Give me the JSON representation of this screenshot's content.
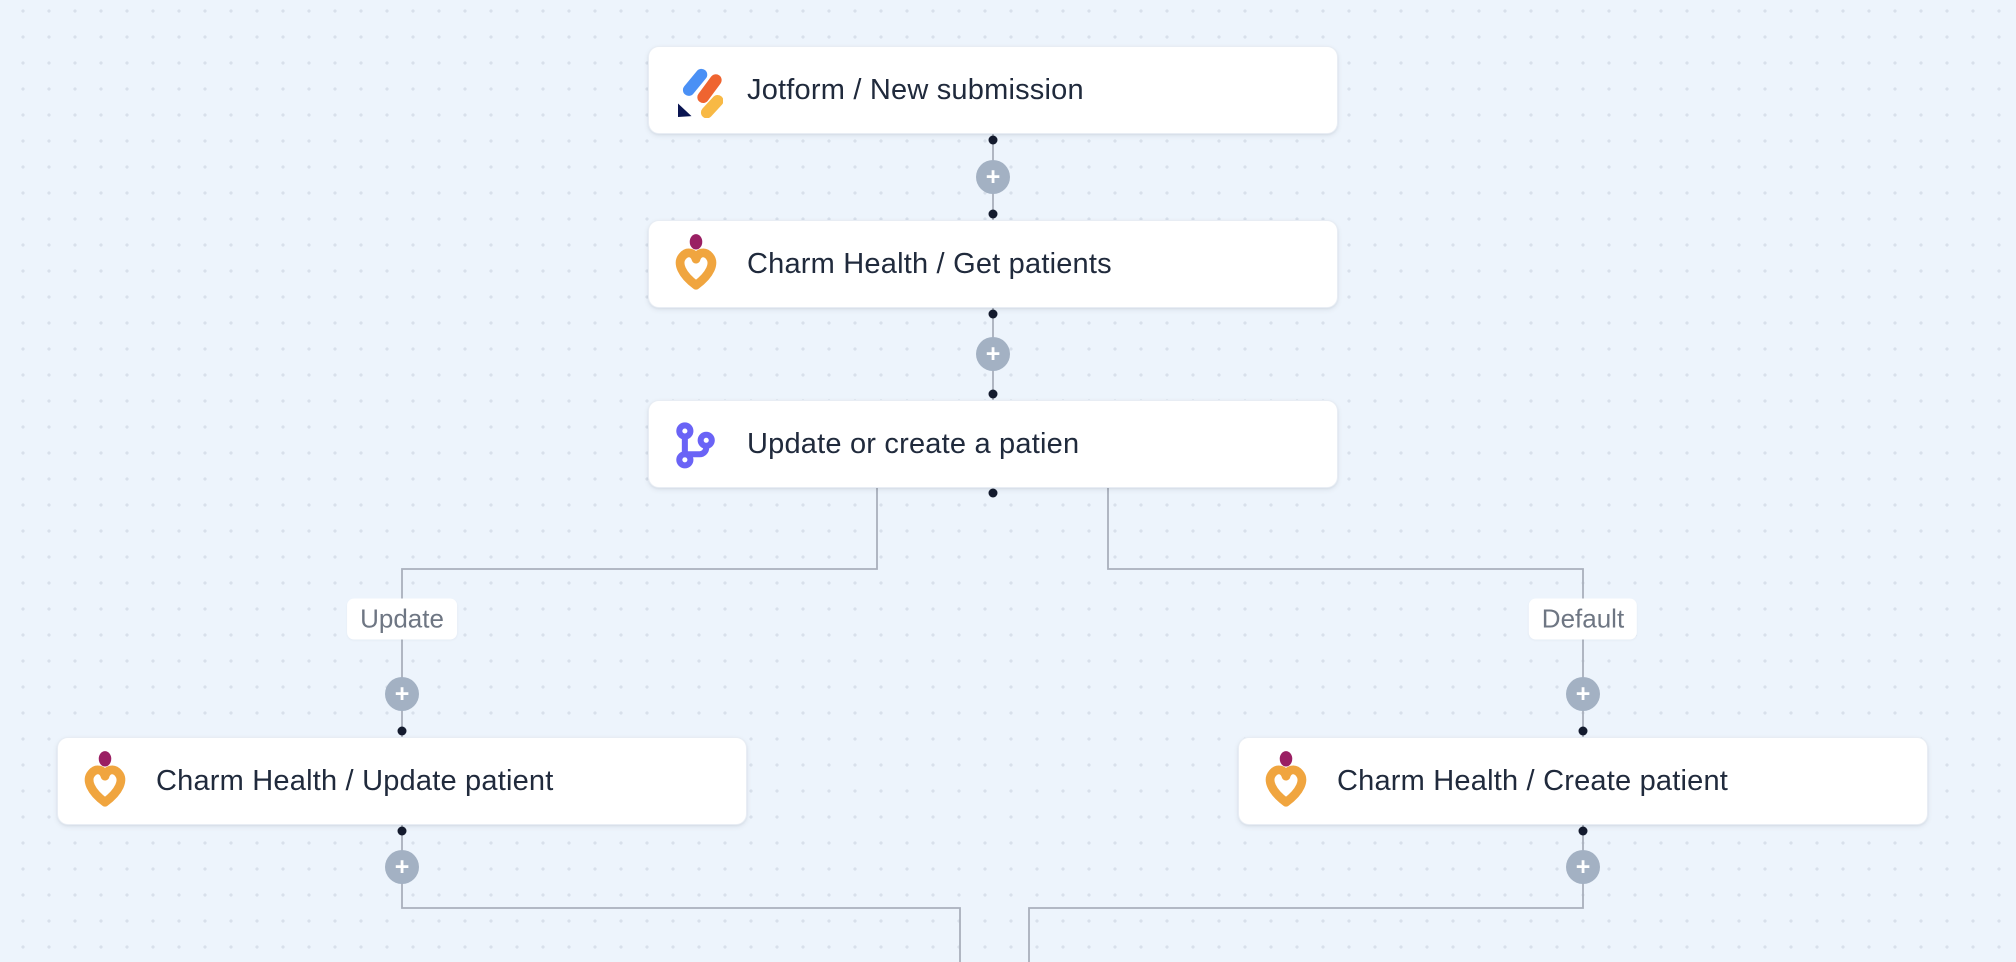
{
  "canvas": {
    "type": "workflow-builder-canvas"
  },
  "nodes": [
    {
      "label": "Jotform / New submission",
      "icon": "jotform-icon"
    },
    {
      "label": "Charm Health / Get patients",
      "icon": "charm-health-icon"
    },
    {
      "label": "Update or create a patien",
      "icon": "branch-icon"
    },
    {
      "label": "Charm Health / Update patient",
      "icon": "charm-health-icon"
    },
    {
      "label": "Charm Health / Create patient",
      "icon": "charm-health-icon"
    }
  ],
  "branch_labels": [
    {
      "label": "Update"
    },
    {
      "label": "Default"
    }
  ],
  "icons": {
    "plus": "+"
  },
  "colors": {
    "canvas-bg": "#edf4fc",
    "grid-dot": "#d8e0eb",
    "node-bg": "#ffffff",
    "node-border": "#e8edf4",
    "node-text": "#202a3c",
    "edge-line": "#a9b0bc",
    "edge-dot": "#141b2e",
    "plus-bg": "#a3b1c3",
    "plus-glyph": "#ffffff",
    "branch-label-text": "#6e7683",
    "jotform-blue": "#4a90f5",
    "jotform-orange": "#ef6430",
    "jotform-yellow": "#f8b945",
    "jotform-navy": "#0a1551",
    "charm-amber": "#f0a53f",
    "charm-magenta": "#9a1f63",
    "branch-icon-indigo": "#6a63f6"
  }
}
